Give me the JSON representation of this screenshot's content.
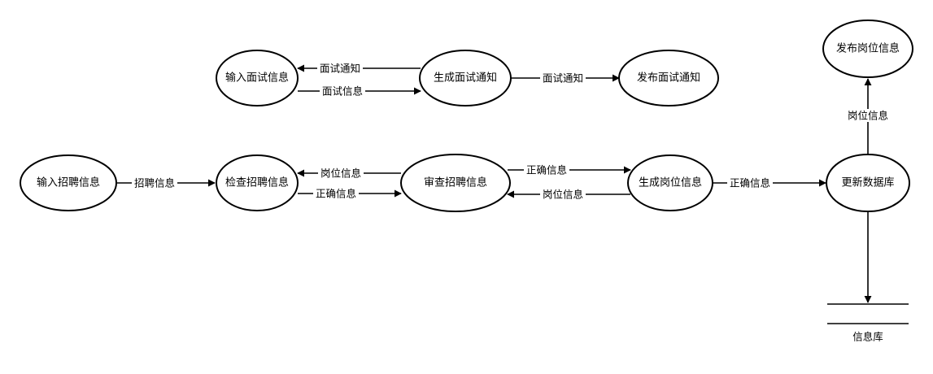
{
  "nodes": {
    "input_interview": "输入面试信息",
    "gen_interview_notice": "生成面试通知",
    "publish_interview_notice": "发布面试通知",
    "publish_job_info": "发布岗位信息",
    "input_recruit": "输入招聘信息",
    "check_recruit": "检查招聘信息",
    "review_recruit": "审查招聘信息",
    "gen_job_info": "生成岗位信息",
    "update_db": "更新数据库"
  },
  "edges": {
    "notice_back": "面试通知",
    "interview_info": "面试信息",
    "notice_forward": "面试通知",
    "job_info_up": "岗位信息",
    "recruit_info": "招聘信息",
    "check_back_job_info": "岗位信息",
    "check_correct": "正确信息",
    "review_correct": "正确信息",
    "gen_back_job_info": "岗位信息",
    "gen_correct": "正确信息"
  },
  "store": {
    "label": "信息库"
  },
  "colors": {
    "stroke": "#000000",
    "fill": "#ffffff"
  }
}
